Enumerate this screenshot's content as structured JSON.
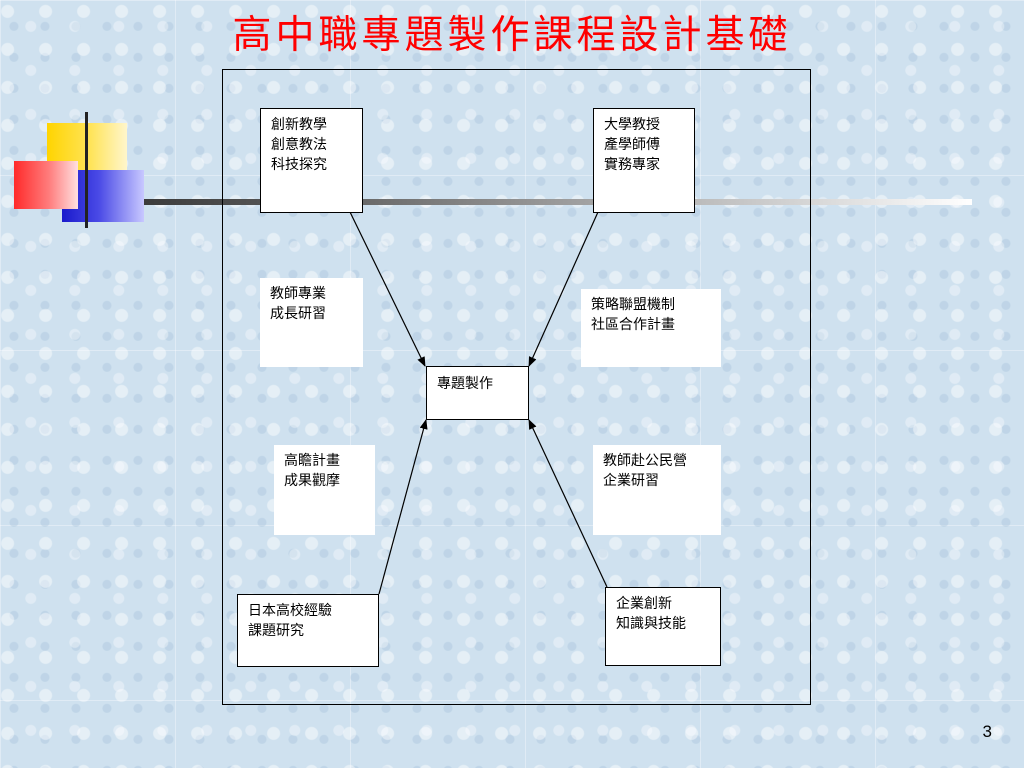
{
  "title": "高中職專題製作課程設計基礎",
  "center": {
    "lines": [
      "專題製作"
    ]
  },
  "nodes": {
    "top_left": {
      "lines": [
        "創新教學",
        "創意教法",
        "科技探究"
      ]
    },
    "top_right": {
      "lines": [
        "大學教授",
        "產學師傅",
        "實務專家"
      ]
    },
    "bottom_left": {
      "lines": [
        "日本高校經驗",
        "課題研究"
      ]
    },
    "bottom_right": {
      "lines": [
        "企業創新",
        "知識與技能"
      ]
    }
  },
  "labels": {
    "mid_upper_left": {
      "lines": [
        "教師專業",
        "成長研習"
      ]
    },
    "mid_upper_right": {
      "lines": [
        "策略聯盟機制",
        "社區合作計畫"
      ]
    },
    "mid_lower_left": {
      "lines": [
        "高瞻計畫",
        "成果觀摩"
      ]
    },
    "mid_lower_right": {
      "lines": [
        "教師赴公民營",
        "企業研習"
      ]
    }
  },
  "page_number": "3"
}
